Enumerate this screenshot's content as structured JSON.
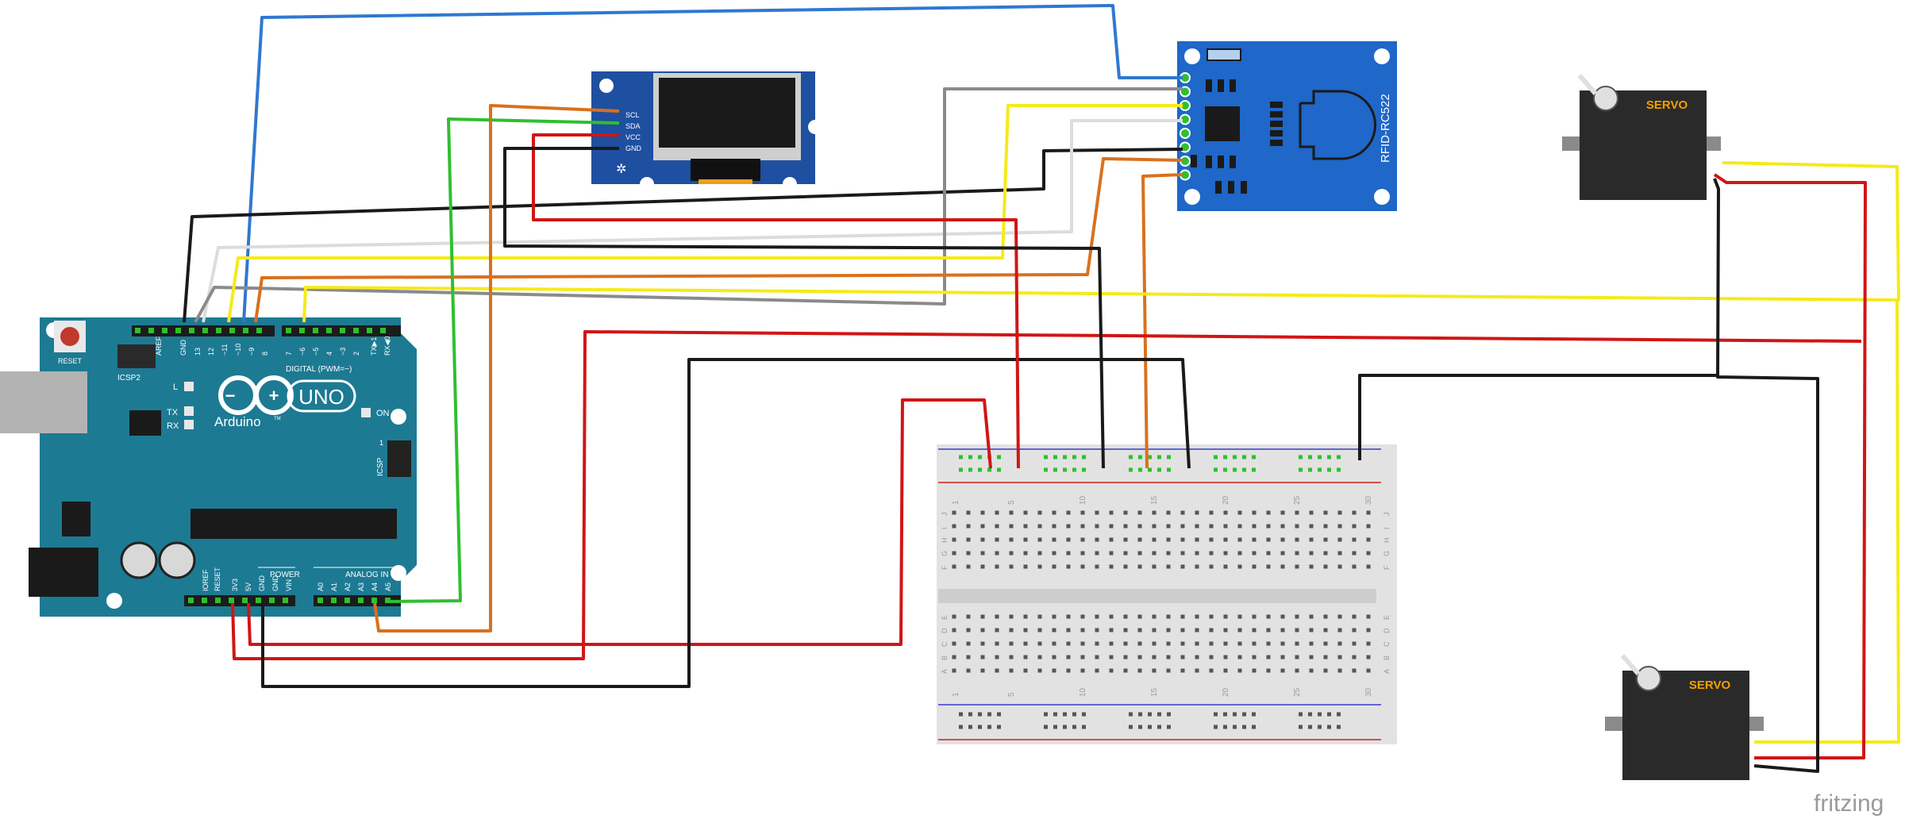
{
  "arduino": {
    "reset_label": "RESET",
    "icsp2_label": "ICSP2",
    "brand": "Arduino",
    "tm": "TM",
    "model": "UNO",
    "on_label": "ON",
    "l_label": "L",
    "tx_label": "TX",
    "rx_label": "RX",
    "icsp_label": "ICSP",
    "icsp_pin1": "1",
    "digital_label": "DIGITAL (PWM=~)",
    "tx_pin": "TX▶1",
    "rx_pin": "RX◀0",
    "digital_pins_high": [
      "AREF",
      "GND",
      "13",
      "12",
      "~11",
      "~10",
      "~9",
      "8"
    ],
    "digital_pins_low": [
      "7",
      "~6",
      "~5",
      "4",
      "~3",
      "2"
    ],
    "power_label": "POWER",
    "power_pins": [
      "IOREF",
      "RESET",
      "3V3",
      "5V",
      "GND",
      "GND",
      "VIN"
    ],
    "analog_label": "ANALOG IN",
    "analog_pins": [
      "A0",
      "A1",
      "A2",
      "A3",
      "A4",
      "A5"
    ]
  },
  "oled": {
    "pins": [
      "SCL",
      "SDA",
      "VCC",
      "GND"
    ]
  },
  "rfid": {
    "label": "RFID-RC522"
  },
  "servo_top": {
    "label": "SERVO"
  },
  "servo_bottom": {
    "label": "SERVO"
  },
  "breadboard": {
    "column_numbers": [
      "1",
      "5",
      "10",
      "15",
      "20",
      "25",
      "30"
    ],
    "row_letters_top": [
      "J",
      "I",
      "H",
      "G",
      "F"
    ],
    "row_letters_bottom": [
      "E",
      "D",
      "C",
      "B",
      "A"
    ]
  },
  "watermark": "fritzing",
  "colors": {
    "arduino_board": "#1d7a93",
    "module_blue": "#1f67c8",
    "wire_red": "#d11515",
    "wire_black": "#1a1a1a",
    "wire_yellow": "#f5ea1a",
    "wire_orange": "#d8711e",
    "wire_green": "#2fbf2f",
    "wire_blue": "#2f78d0",
    "wire_gray": "#8a8a8a",
    "wire_white": "#dcdcdc"
  }
}
